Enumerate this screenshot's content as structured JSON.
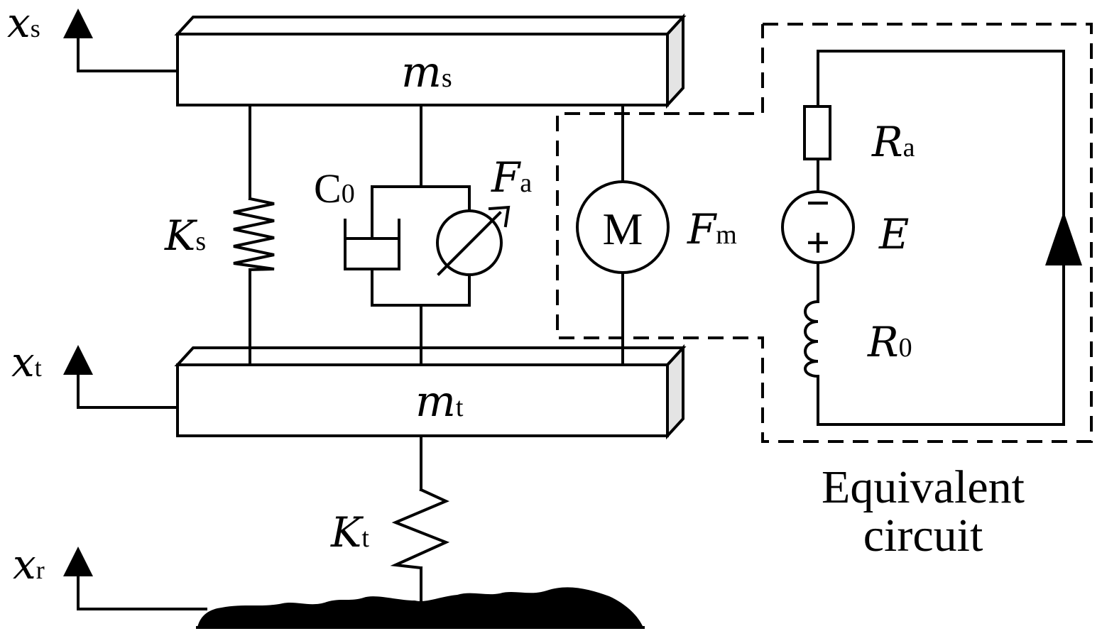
{
  "labels": {
    "xs": {
      "main": "x",
      "sub": "s"
    },
    "xt": {
      "main": "x",
      "sub": "t"
    },
    "xr": {
      "main": "x",
      "sub": "r"
    },
    "ms": {
      "main": "m",
      "sub": "s"
    },
    "mt": {
      "main": "m",
      "sub": "t"
    },
    "ks": {
      "main": "K",
      "sub": "s"
    },
    "kt": {
      "main": "K",
      "sub": "t"
    },
    "c0": {
      "main": "C",
      "sub": "0"
    },
    "fa": {
      "main": "F",
      "sub": "a"
    },
    "fm": {
      "main": "F",
      "sub": "m"
    },
    "motor": "M",
    "ra": {
      "main": "R",
      "sub": "a"
    },
    "e": "E",
    "r0": {
      "main": "R",
      "sub": "0"
    },
    "battery_minus": "−",
    "battery_plus": "+"
  },
  "caption": {
    "line1": "Equivalent",
    "line2": "circuit"
  }
}
